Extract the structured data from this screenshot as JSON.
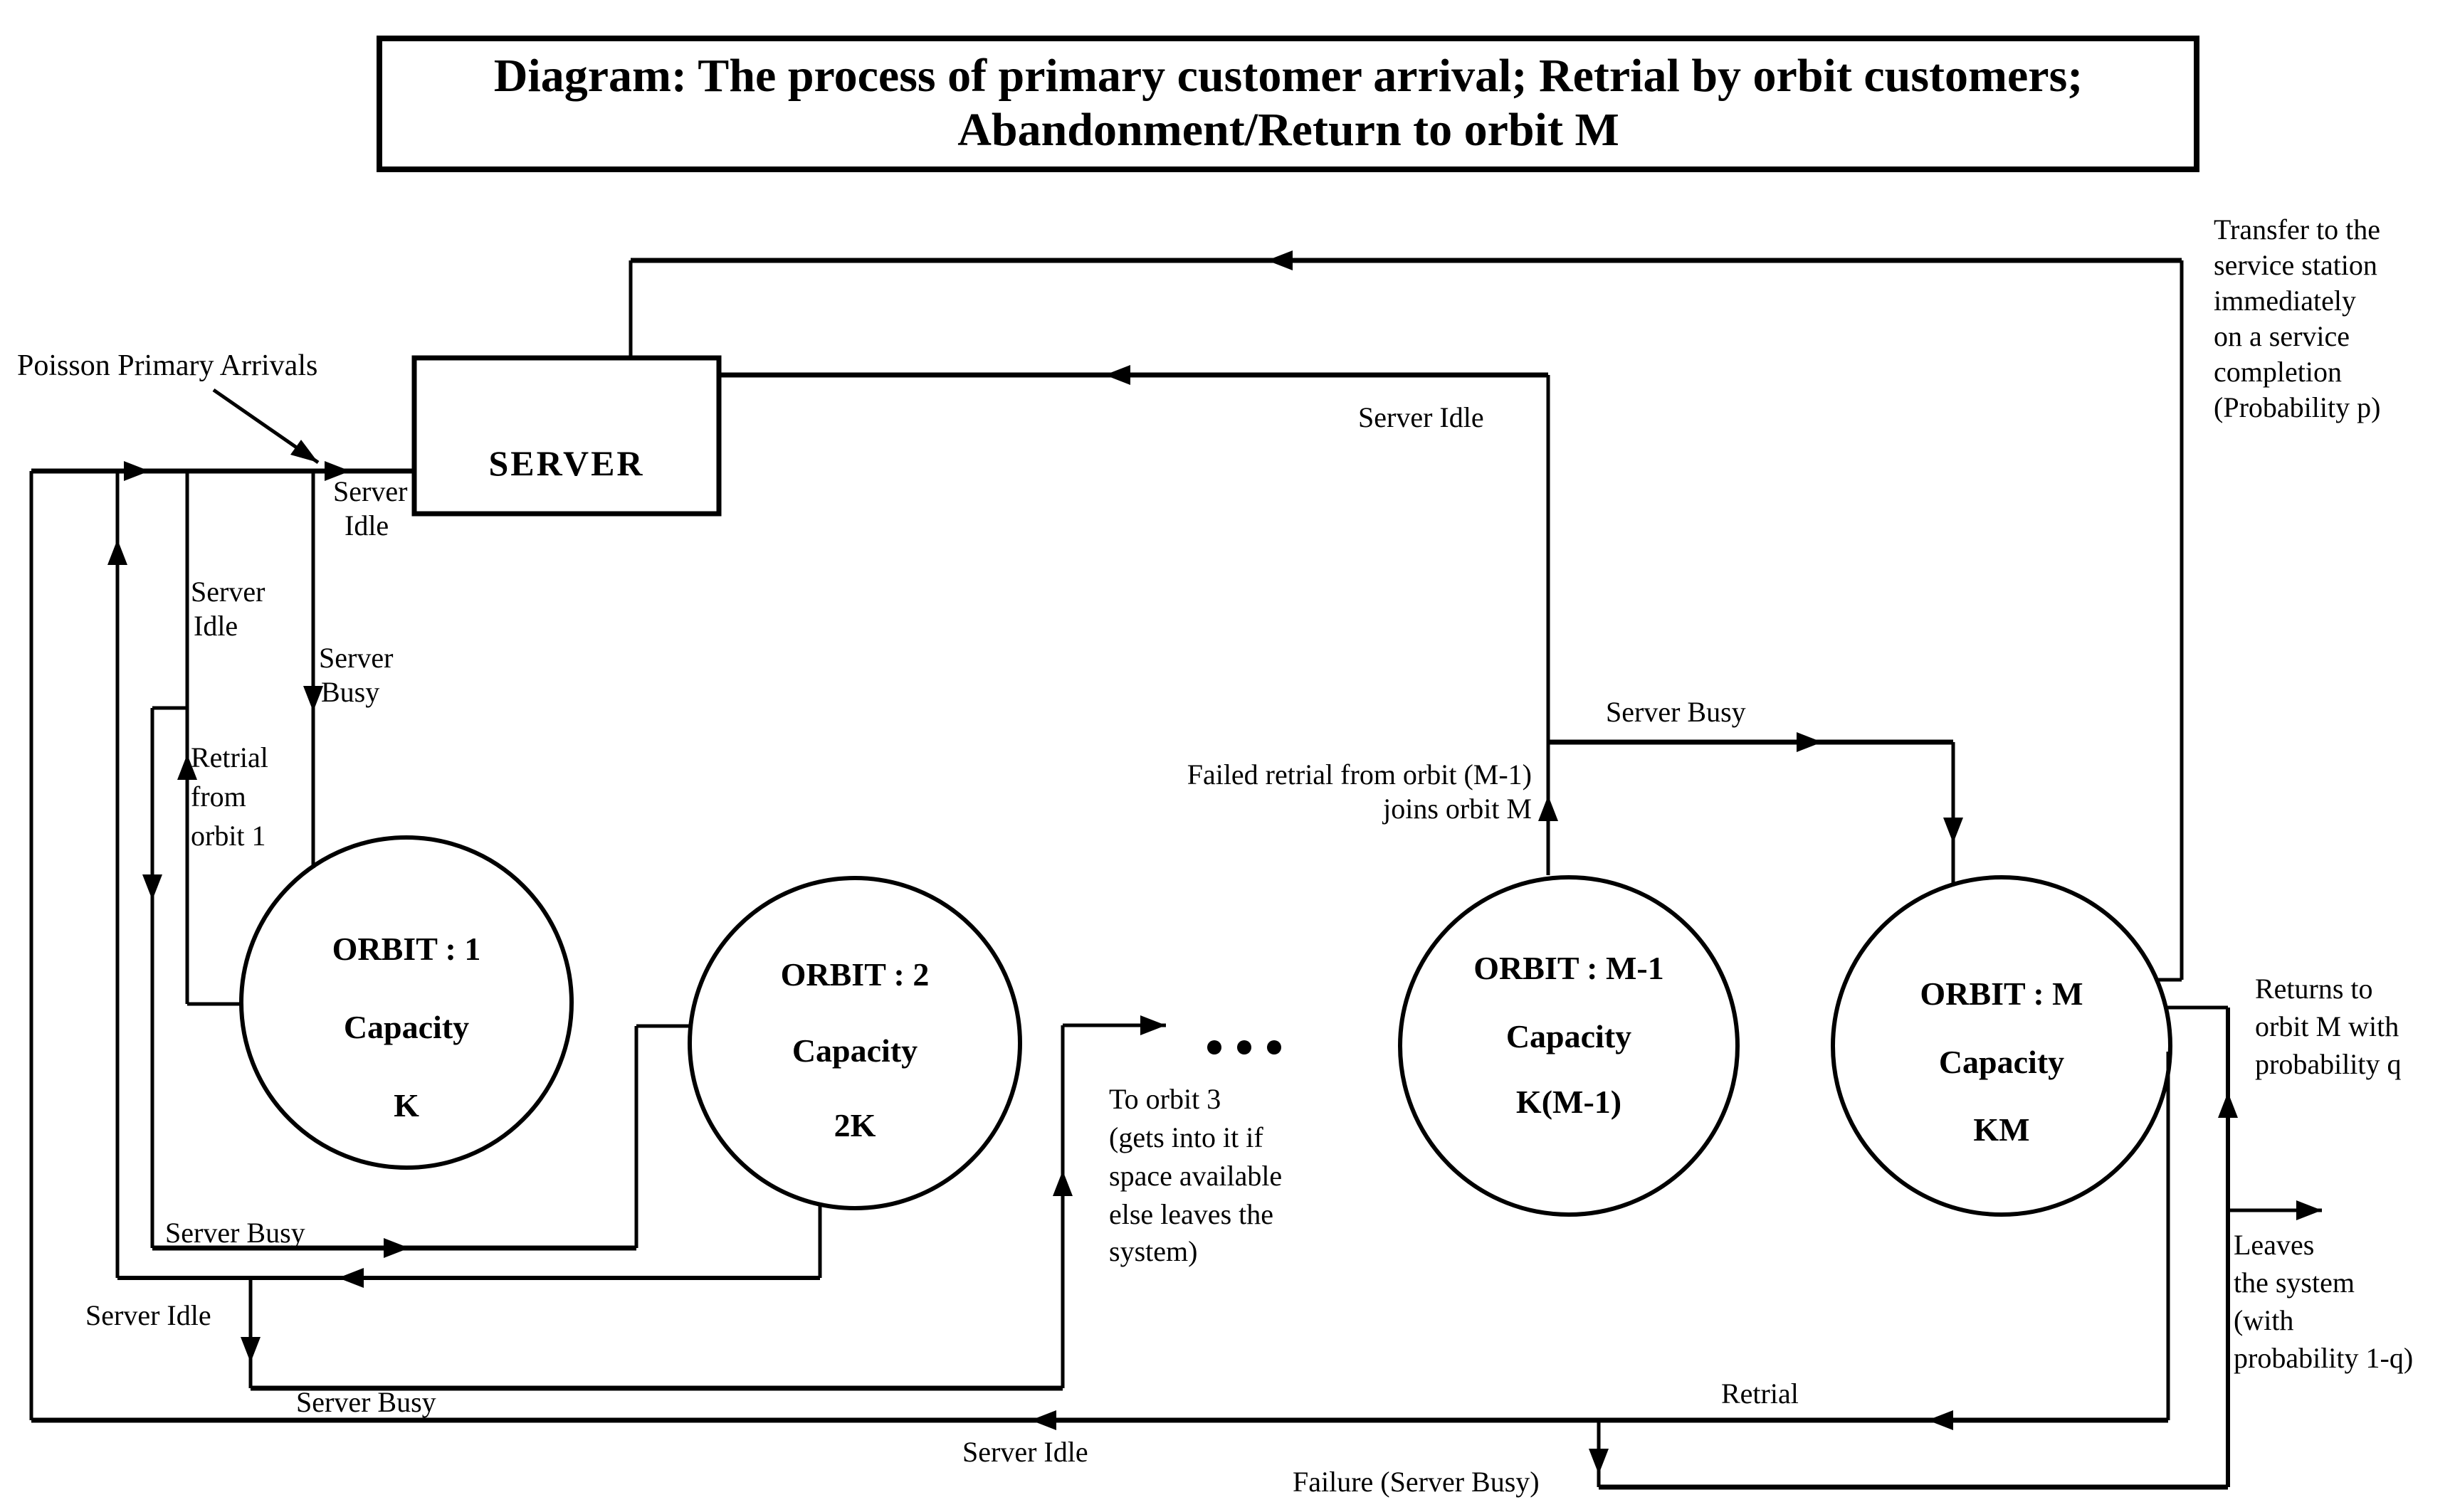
{
  "title": {
    "line1": "Diagram: The process of primary customer arrival; Retrial by orbit customers;",
    "line2": "Abandonment/Return to orbit M"
  },
  "server": {
    "label": "SERVER"
  },
  "orbits": [
    {
      "name": "ORBIT : 1",
      "capacity_label": "Capacity",
      "capacity": "K"
    },
    {
      "name": "ORBIT : 2",
      "capacity_label": "Capacity",
      "capacity": "2K"
    },
    {
      "name": "ORBIT : M-1",
      "capacity_label": "Capacity",
      "capacity": "K(M-1)"
    },
    {
      "name": "ORBIT : M",
      "capacity_label": "Capacity",
      "capacity": "KM"
    }
  ],
  "labels": {
    "poisson": "Poisson Primary Arrivals",
    "server_idle_arrival": [
      "Server",
      "Idle"
    ],
    "server_busy_arrival": [
      "Server",
      "Busy"
    ],
    "server_idle_retrial1": [
      "Server",
      "Idle"
    ],
    "retrial_from_orbit1": [
      "Retrial",
      "from",
      "orbit 1"
    ],
    "server_idle_top": "Server Idle",
    "server_busy_m": "Server Busy",
    "failed_retrial": [
      "Failed retrial from orbit (M-1)",
      "joins orbit M"
    ],
    "transfer": [
      "Transfer to the",
      "service station",
      "immediately",
      "on a service",
      "completion",
      "(Probability p)"
    ],
    "to_orbit3": [
      "To orbit 3",
      "(gets into it if",
      "space available",
      "else leaves the",
      "system)"
    ],
    "server_busy_orbit1to2": "Server Busy",
    "server_idle_orbit2": "Server Idle",
    "server_busy_orbit2to3": "Server Busy",
    "server_idle_bottom": "Server Idle",
    "retrial_bottom": "Retrial",
    "failure_bottom": "Failure (Server Busy)",
    "returns": [
      "Returns to",
      "orbit M with",
      "probability q"
    ],
    "leaves": [
      "Leaves",
      "the system",
      "(with",
      "probability 1-q)"
    ]
  },
  "colors": {
    "ink": "#000000",
    "background": "#ffffff"
  }
}
